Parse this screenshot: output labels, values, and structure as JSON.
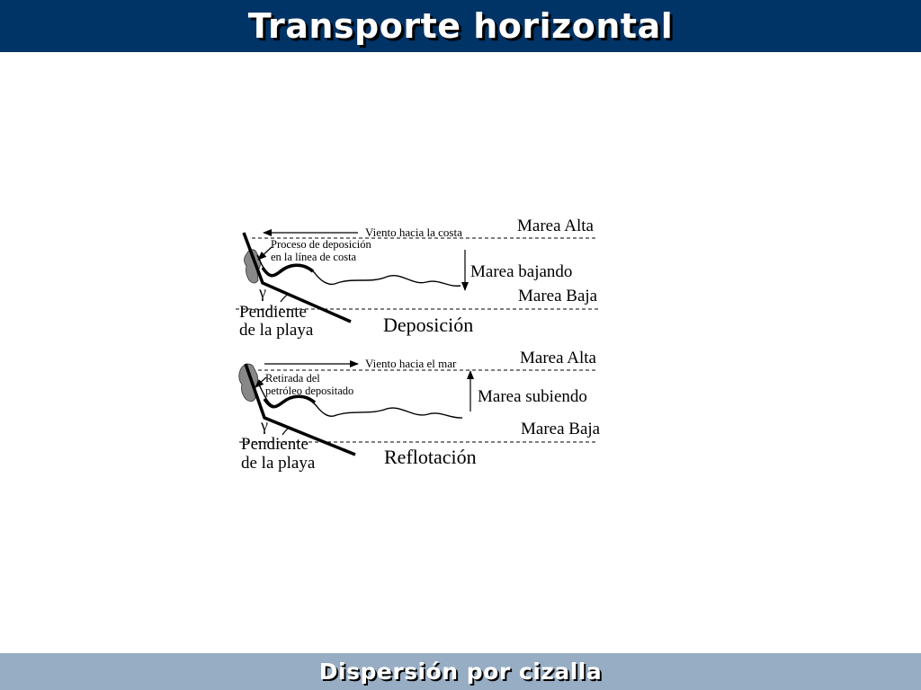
{
  "header": {
    "title": "Transporte horizontal"
  },
  "footer": {
    "title": "Dispersión por cizalla"
  },
  "colors": {
    "header_bg": "#003366",
    "footer_bg": "#97adc4",
    "oil": "#888888"
  },
  "panels": [
    {
      "wind_label": "Viento hacia la costa",
      "process_line1": "Proceso de deposición",
      "process_line2": "en la línea de costa",
      "high_tide": "Marea Alta",
      "tide_movement": "Marea bajando",
      "low_tide": "Marea Baja",
      "angle_symbol": "γ",
      "slope_line1": "Pendiente",
      "slope_line2": "de la playa",
      "caption": "Deposición"
    },
    {
      "wind_label": "Viento hacia el mar",
      "process_line1": "Retirada del",
      "process_line2": "petróleo depositado",
      "high_tide": "Marea Alta",
      "tide_movement": "Marea subiendo",
      "low_tide": "Marea Baja",
      "angle_symbol": "γ",
      "slope_line1": "Pendiente",
      "slope_line2": "de la playa",
      "caption": "Reflotación"
    }
  ]
}
